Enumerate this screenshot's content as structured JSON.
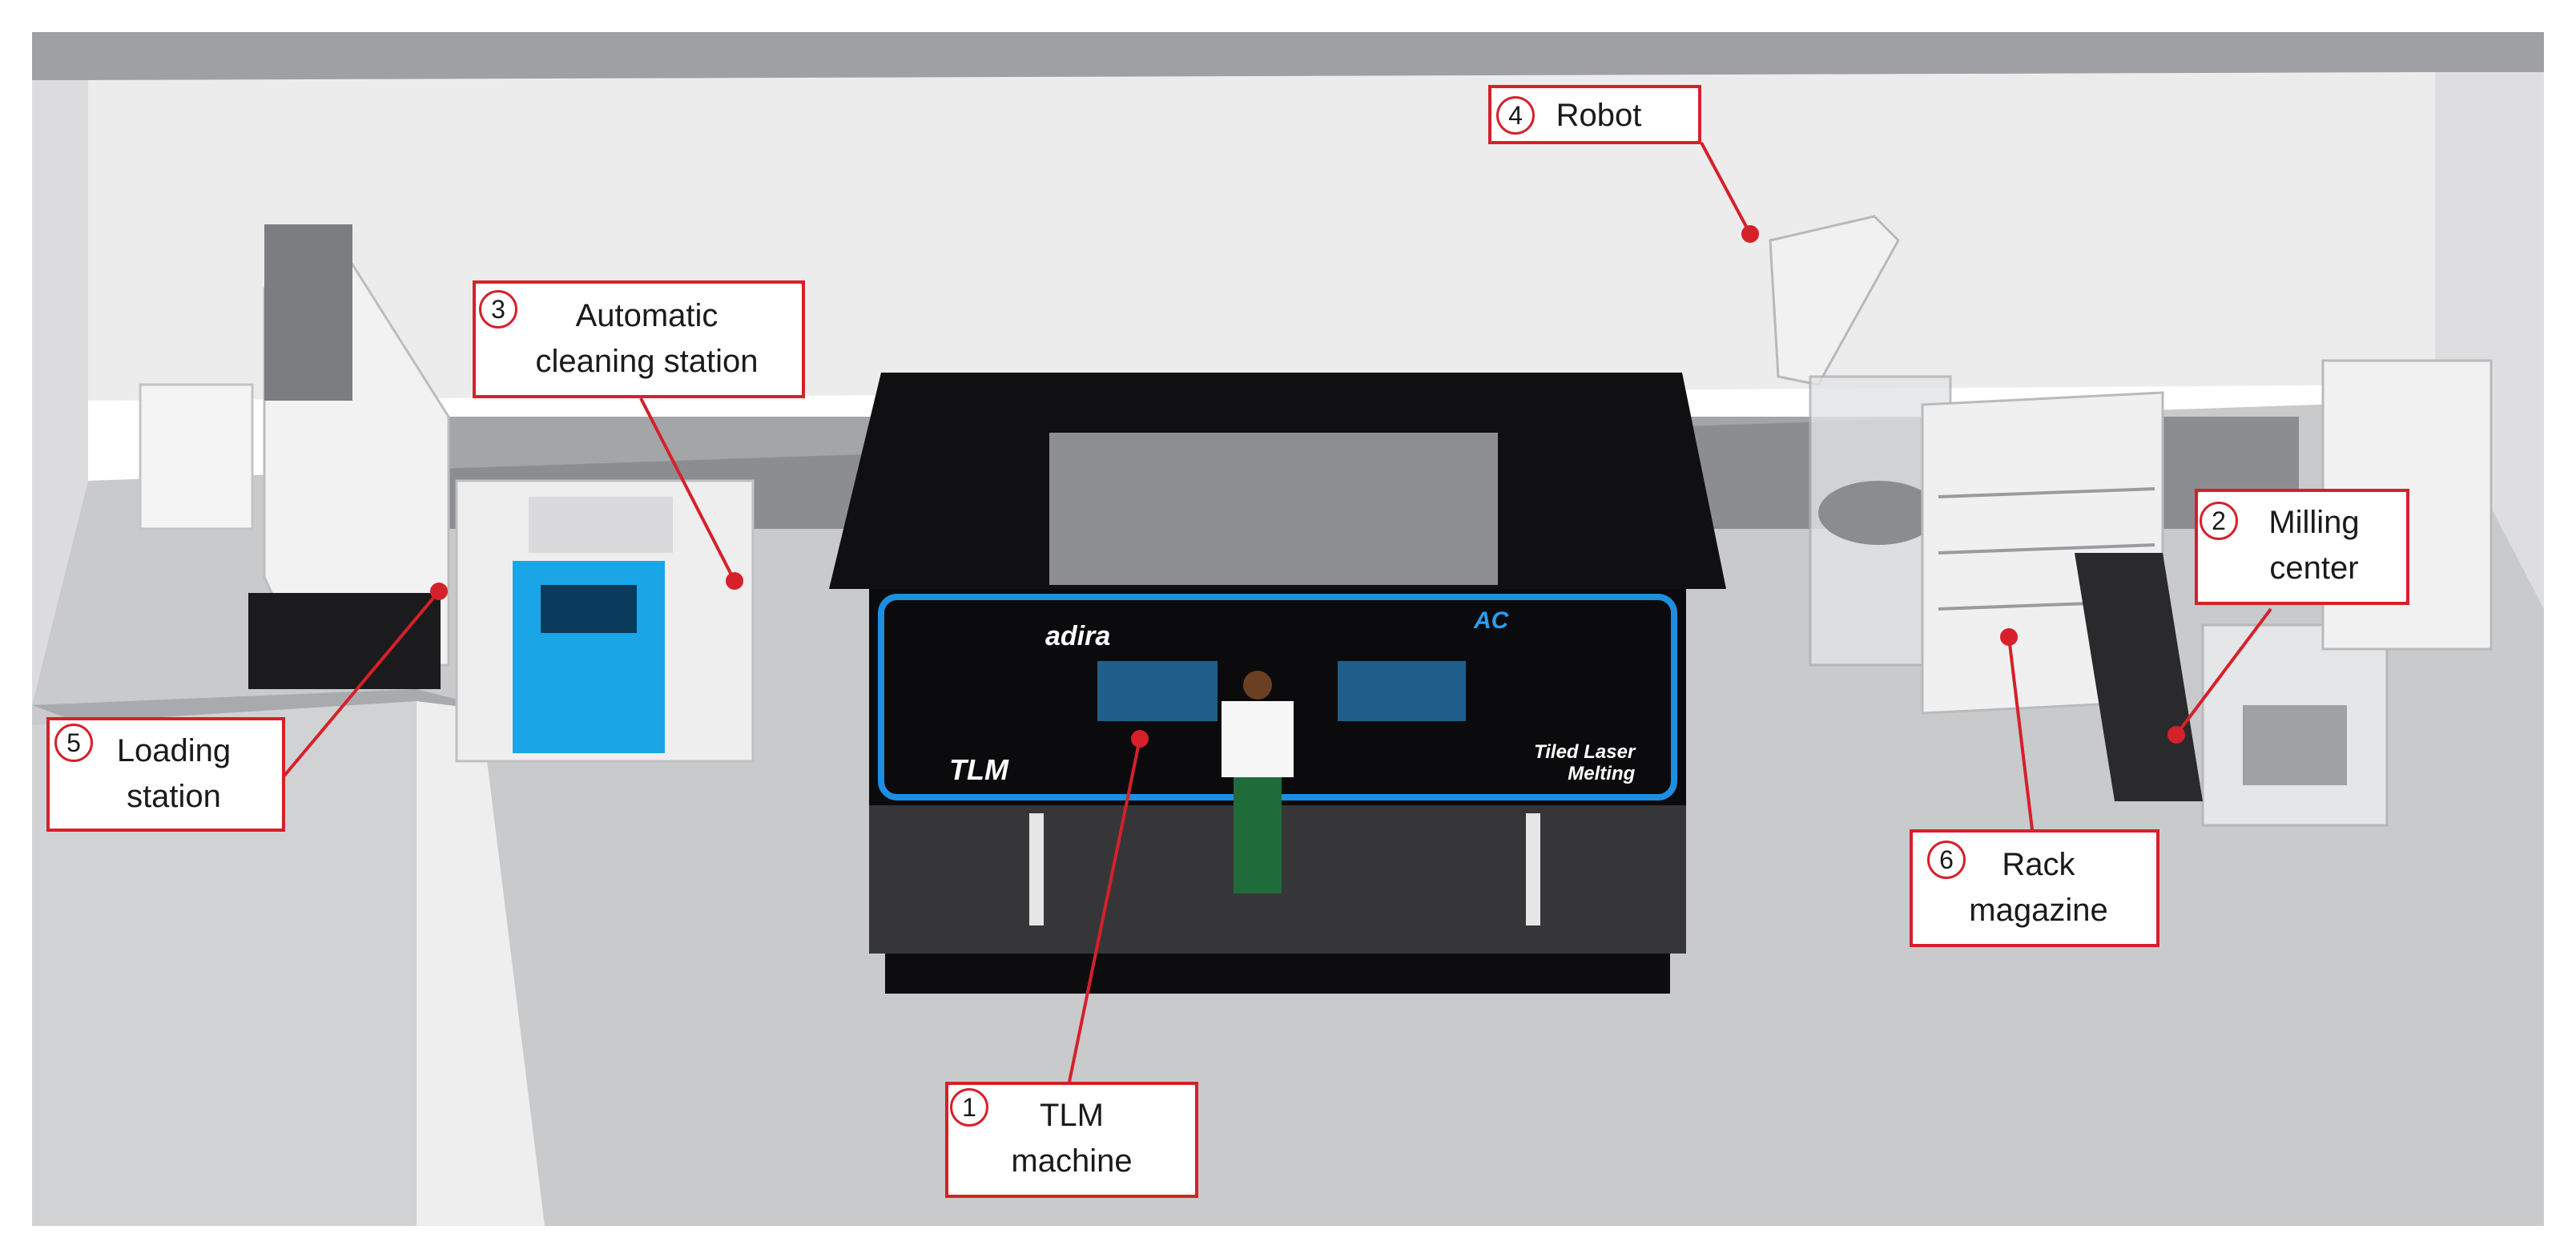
{
  "colors": {
    "callout_border": "#d6202a",
    "floor": "#c9cacc",
    "wall": "#e9e9ea",
    "machine_body": "#0b0b0d",
    "machine_accent": "#1e8ee0",
    "cleaning_accent": "#1aa6e6"
  },
  "callouts": [
    {
      "number": "1",
      "label": "TLM\nmachine"
    },
    {
      "number": "2",
      "label": "Milling\ncenter"
    },
    {
      "number": "3",
      "label": "Automatic\ncleaning station"
    },
    {
      "number": "4",
      "label": "Robot"
    },
    {
      "number": "5",
      "label": "Loading\nstation"
    },
    {
      "number": "6",
      "label": "Rack\nmagazine"
    }
  ],
  "machine_labels": {
    "brand": "adira",
    "model": "TLM",
    "variant": "AC",
    "product": "Tiled Laser\nMelting"
  }
}
